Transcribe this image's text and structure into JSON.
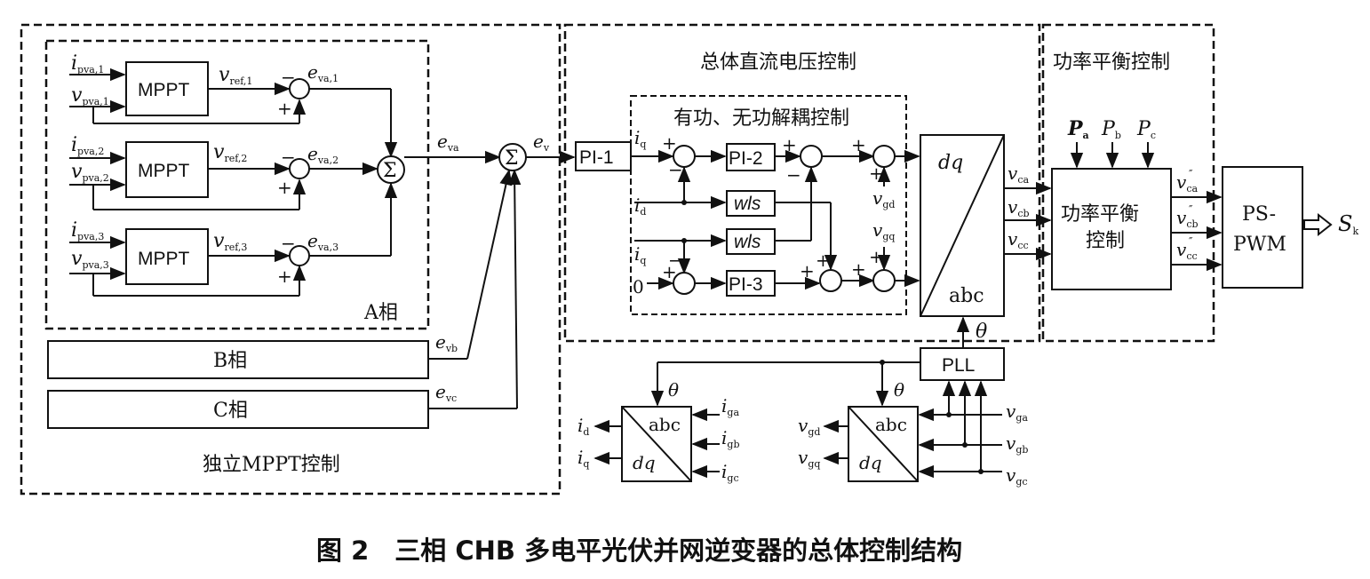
{
  "regions": {
    "independent_mppt": "独立MPPT控制",
    "overall_dc": "总体直流电压控制",
    "decoupling": "有功、无功解耦控制",
    "power_balance": "功率平衡控制",
    "phase_a": "A相",
    "phase_b": "B相",
    "phase_c": "C相"
  },
  "blocks": {
    "mppt": "MPPT",
    "pi1": "PI-1",
    "pi2": "PI-2",
    "pi3": "PI-3",
    "wls": "wls",
    "dq": "dq",
    "abc": "abc",
    "pll": "PLL",
    "pb_line1": "功率平衡",
    "pb_line2": "控制",
    "ps_line1": "PS-",
    "ps_line2": "PWM",
    "sum": "Σ",
    "theta": "θ",
    "zero": "0"
  },
  "phase_rows": [
    {
      "i_sub": "pva,1",
      "v_sub": "pva,1",
      "ref_sub": "ref,1",
      "e_sub": "va,1"
    },
    {
      "i_sub": "pva,2",
      "v_sub": "pva,2",
      "ref_sub": "ref,2",
      "e_sub": "va,2"
    },
    {
      "i_sub": "pva,3",
      "v_sub": "pva,3",
      "ref_sub": "ref,3",
      "e_sub": "va,3"
    }
  ],
  "signals": {
    "e_va": "va",
    "e_v": "v",
    "e_vb": "vb",
    "e_vc": "vc",
    "iq": "q",
    "id": "d",
    "vgd": "gd",
    "vgq": "gq",
    "vca": "ca",
    "vcb": "cb",
    "vcc": "cc",
    "pa": "a",
    "pb": "b",
    "pc": "c",
    "sk": "k",
    "iga": "ga",
    "igb": "gb",
    "igc": "gc",
    "vga": "ga",
    "vgb": "gb",
    "vgc": "gc"
  },
  "caption": "图 2　三相 CHB 多电平光伏并网逆变器的总体控制结构",
  "colors": {
    "line": "#111111",
    "background": "#ffffff"
  }
}
